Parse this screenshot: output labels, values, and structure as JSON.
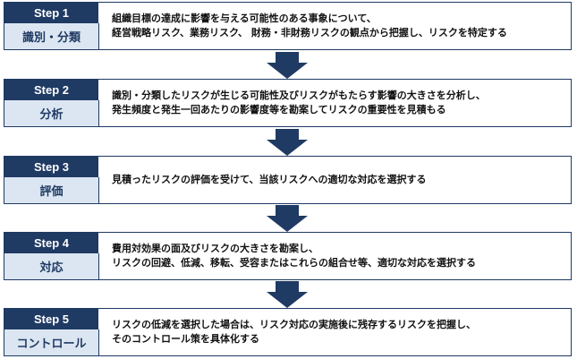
{
  "steps": [
    {
      "head": "Step 1",
      "label": "識別・分類",
      "lines": [
        "組織目標の達成に影響を与える可能性のある事象について、",
        "経営戦略リスク、業務リスク、 財務・非財務リスクの観点から把握し、リスクを特定する"
      ]
    },
    {
      "head": "Step 2",
      "label": "分析",
      "lines": [
        "識別・分類したリスクが生じる可能性及びリスクがもたらす影響の大きさを分析し、",
        "発生頻度と発生一回あたりの影響度等を勘案してリスクの重要性を見積もる"
      ]
    },
    {
      "head": "Step 3",
      "label": "評価",
      "lines": [
        "見積ったリスクの評価を受けて、当該リスクへの適切な対応を選択する"
      ]
    },
    {
      "head": "Step 4",
      "label": "対応",
      "lines": [
        "費用対効果の面及びリスクの大きさを勘案し、",
        "リスクの回避、低減、移転、受容またはこれらの組合せ等、適切な対応を選択する"
      ]
    },
    {
      "head": "Step 5",
      "label": "コントロール",
      "lines": [
        "リスクの低減を選択した場合は、リスク対応の実施後に残存するリスクを把握し、",
        "そのコントロール策を具体化する"
      ]
    }
  ],
  "colors": {
    "header": "#1f3a63",
    "label_bg": "#dce6f2",
    "arrow": "#1f3a63"
  }
}
